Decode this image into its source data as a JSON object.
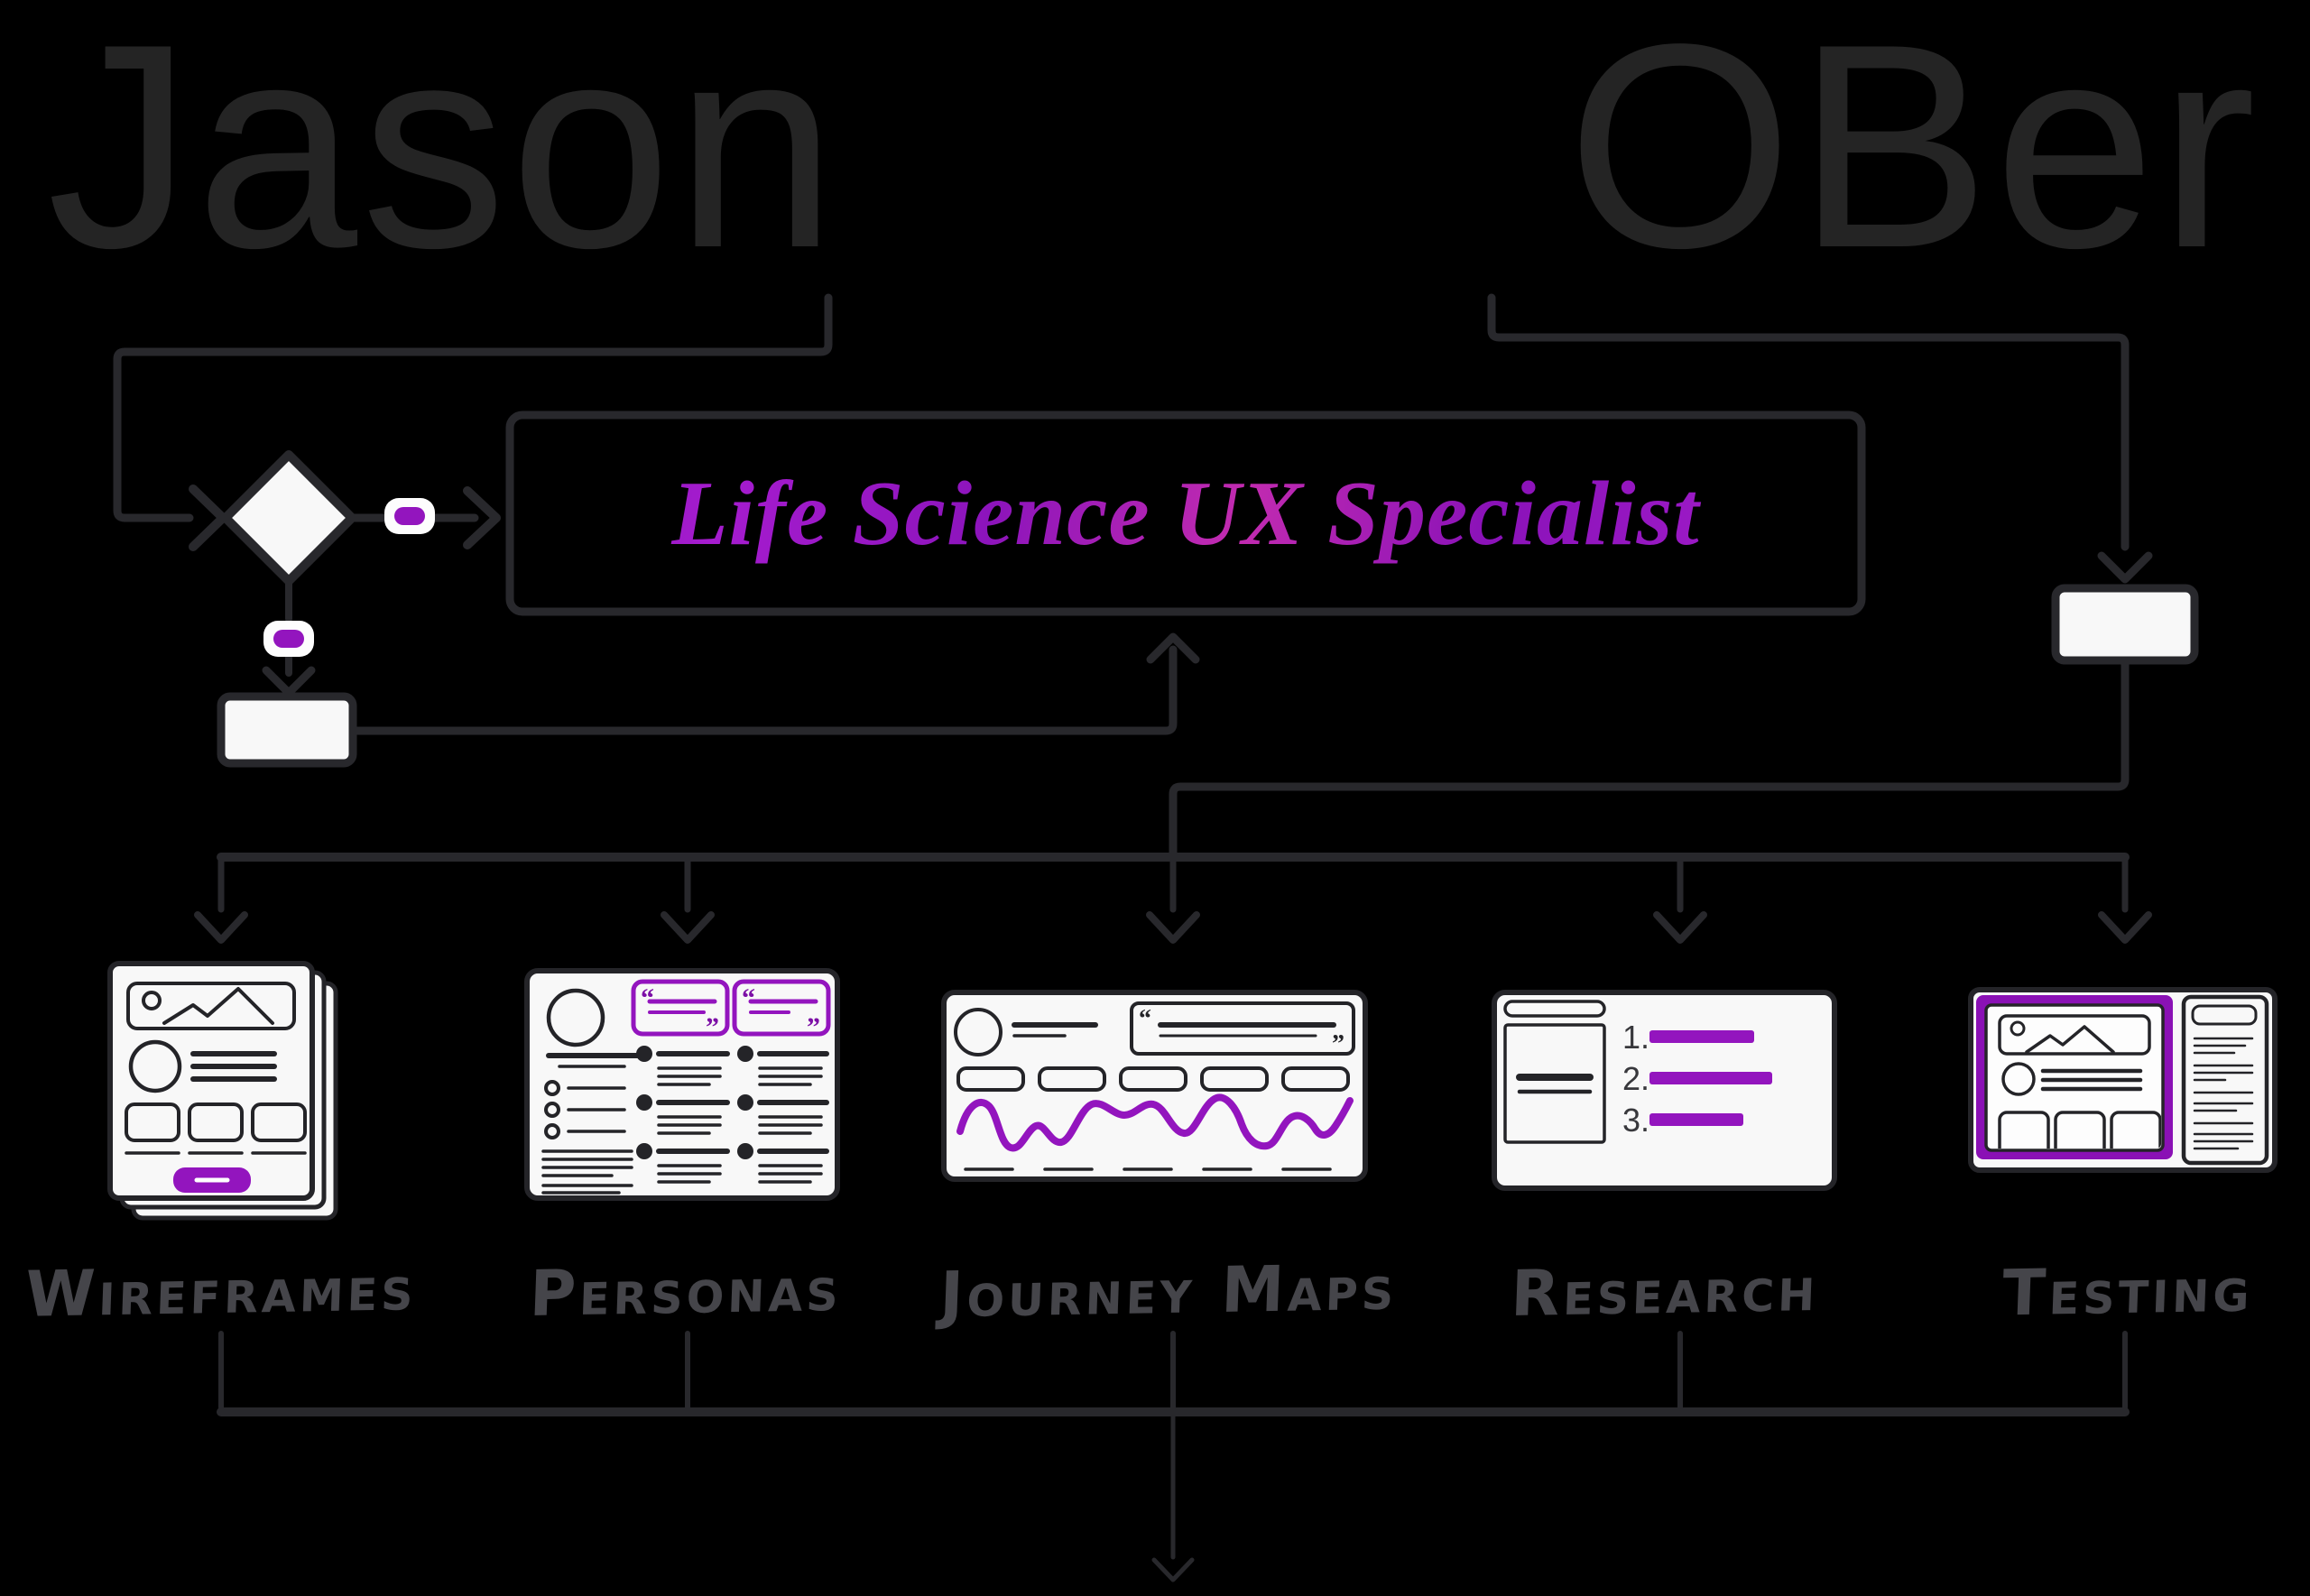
{
  "colors": {
    "bg": "#000000",
    "line": "#28282c",
    "ink": "#242428",
    "card": "#f8f8f8",
    "accent": "#9315be",
    "accent-deep": "#8a11b5",
    "title": "#242424",
    "label": "#45454a"
  },
  "title": {
    "first": "Jason",
    "last": "OBer"
  },
  "role": {
    "label": "Life Science UX Specialist"
  },
  "deliverables": [
    {
      "id": "wireframes",
      "label": "Wireframes"
    },
    {
      "id": "personas",
      "label": "Personas"
    },
    {
      "id": "journey-maps",
      "label": "Journey Maps"
    },
    {
      "id": "research",
      "label": "Research"
    },
    {
      "id": "testing",
      "label": "Testing"
    }
  ],
  "glyphs": {
    "quote_open": "“",
    "quote_close": "”"
  },
  "cards": {
    "research": {
      "list": [
        "1.",
        "2.",
        "3."
      ]
    }
  }
}
